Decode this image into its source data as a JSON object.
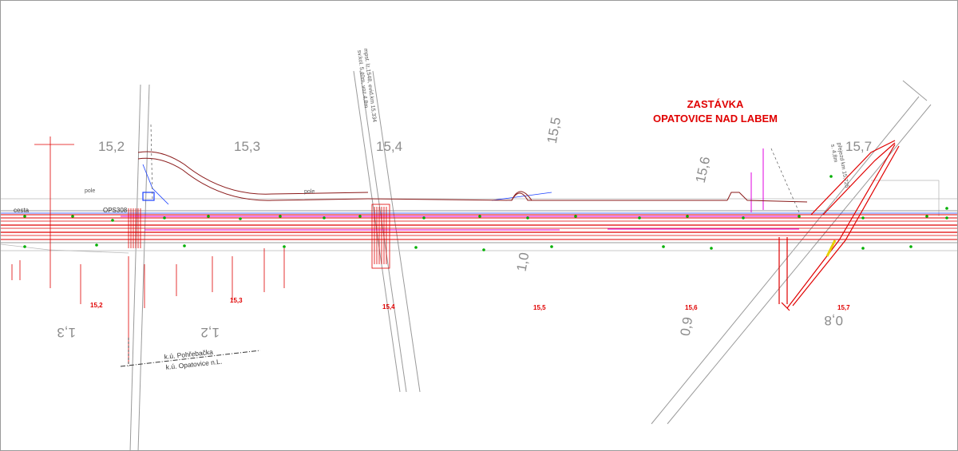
{
  "drawing": {
    "title_line_1": "ZASTÁVKA",
    "title_line_2": "OPATOVICE NAD LABEM",
    "colors": {
      "rail": "#e00000",
      "survey": "#00b000",
      "utility": "#e000e0",
      "grey": "#8c8c8c",
      "blue": "#1a40ff"
    },
    "chainage_top": [
      "15,2",
      "15,3",
      "15,4",
      "15,5",
      "15,6",
      "15,7"
    ],
    "chainage_bottom": [
      "1,3",
      "1,2",
      "1,0",
      "0,9",
      "0,8"
    ],
    "chainage_red": [
      "15,2",
      "15,3",
      "15,4",
      "15,5",
      "15,6",
      "15,7"
    ],
    "boundary_1": "k.ú. Pohřebačka",
    "boundary_2": "k.ú. Opatovice n.L.",
    "label_cesta": "cesta",
    "label_pole": "pole",
    "label_ops": "OPS308",
    "label_road_top": "mpst. lz,1548, evid.km 15,334",
    "label_road_top_2": "sv.kol. 5,40m, voz.4,8m",
    "label_right_road": "přejezd km 15,725",
    "label_right_road_2": "s. 4,8m"
  }
}
